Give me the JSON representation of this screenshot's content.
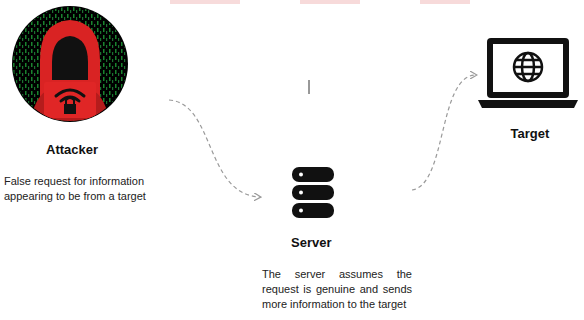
{
  "diagram": {
    "nodes": [
      {
        "text": [
          "Attacker",
          "False request for information appearing to be from a target"
        ]
      },
      {
        "text": [
          "Server",
          "The server assumes the request is genuine and sends more information to the target"
        ]
      },
      {
        "text": [
          "Target"
        ]
      }
    ],
    "edges": [
      {
        "from": 0,
        "to": 1,
        "arrow": "to"
      },
      {
        "from": 1,
        "to": 2,
        "arrow": "to"
      }
    ]
  }
}
